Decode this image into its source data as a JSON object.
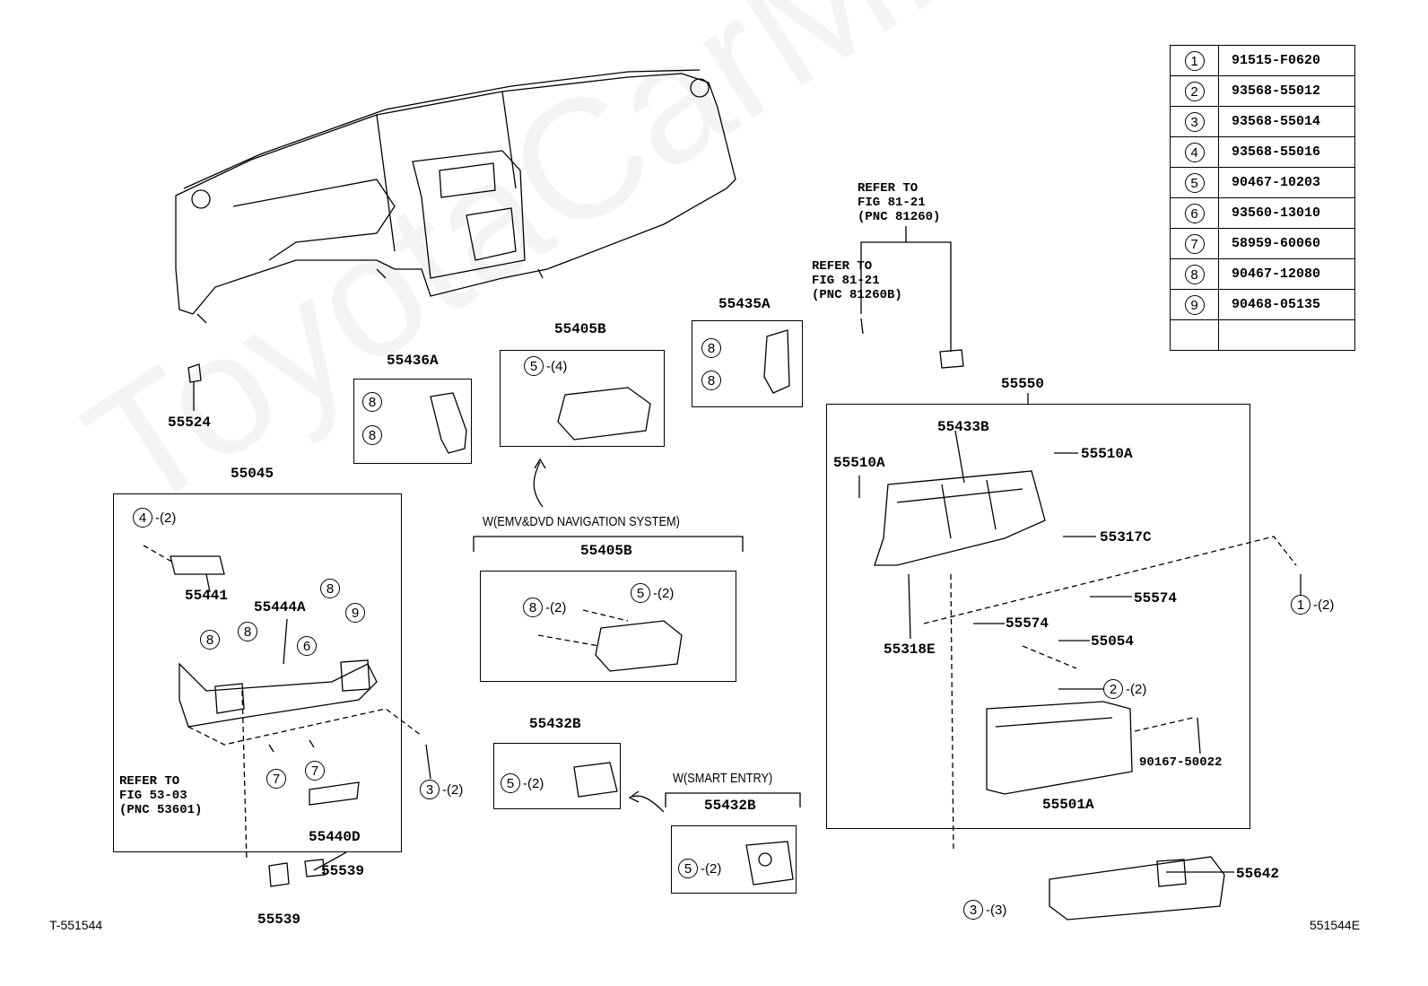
{
  "legend": [
    {
      "num": "1",
      "part": "91515-F0620"
    },
    {
      "num": "2",
      "part": "93568-55012"
    },
    {
      "num": "3",
      "part": "93568-55014"
    },
    {
      "num": "4",
      "part": "93568-55016"
    },
    {
      "num": "5",
      "part": "90467-10203"
    },
    {
      "num": "6",
      "part": "93560-13010"
    },
    {
      "num": "7",
      "part": "58959-60060"
    },
    {
      "num": "8",
      "part": "90467-12080"
    },
    {
      "num": "9",
      "part": "90468-05135"
    }
  ],
  "refer1": {
    "l1": "REFER TO",
    "l2": "FIG 81-21",
    "l3": "(PNC 81260)"
  },
  "refer2": {
    "l1": "REFER TO",
    "l2": "FIG 81-21",
    "l3": "(PNC 81260B)"
  },
  "refer3": {
    "l1": "REFER TO",
    "l2": "FIG 53-03",
    "l3": "(PNC 53601)"
  },
  "parts": {
    "p55524": "55524",
    "p55045": "55045",
    "p55441": "55441",
    "p55444A": "55444A",
    "p55440D": "55440D",
    "p55539a": "55539",
    "p55539b": "55539",
    "p55436A": "55436A",
    "p55405B_top": "55405B",
    "p55405B_nav": "55405B",
    "p55435A": "55435A",
    "p55432B_a": "55432B",
    "p55432B_b": "55432B",
    "p55550": "55550",
    "p55433B": "55433B",
    "p55510A_l": "55510A",
    "p55510A_r": "55510A",
    "p55317C": "55317C",
    "p55574_a": "55574",
    "p55574_b": "55574",
    "p55054": "55054",
    "p55318E": "55318E",
    "p90167": "90167-50022",
    "p55501A": "55501A",
    "p55642": "55642"
  },
  "captions": {
    "nav": "W(EMV&DVD NAVIGATION SYSTEM)",
    "smart": "W(SMART ENTRY)"
  },
  "marks": {
    "m4q": {
      "n": "4",
      "q": "-(2)"
    },
    "m5q4": {
      "n": "5",
      "q": "-(4)"
    },
    "m5q2nav": {
      "n": "5",
      "q": "-(2)"
    },
    "m8q2nav": {
      "n": "8",
      "q": "-(2)"
    },
    "m5q2a": {
      "n": "5",
      "q": "-(2)"
    },
    "m5q2b": {
      "n": "5",
      "q": "-(2)"
    },
    "m3q2": {
      "n": "3",
      "q": "-(2)"
    },
    "m3q3": {
      "n": "3",
      "q": "-(3)"
    },
    "m1q2": {
      "n": "1",
      "q": "-(2)"
    },
    "m2q2": {
      "n": "2",
      "q": "-(2)"
    },
    "c8a": {
      "n": "8"
    },
    "c8b": {
      "n": "8"
    },
    "c8c": {
      "n": "8"
    },
    "c8d": {
      "n": "8"
    },
    "c8e": {
      "n": "8"
    },
    "c8f": {
      "n": "8"
    },
    "c8g": {
      "n": "8"
    },
    "c9": {
      "n": "9"
    },
    "c6": {
      "n": "6"
    },
    "c7a": {
      "n": "7"
    },
    "c7b": {
      "n": "7"
    }
  },
  "corners": {
    "left": "T-551544",
    "right": "551544E"
  },
  "watermark": "ToyotaCarMine.ru"
}
